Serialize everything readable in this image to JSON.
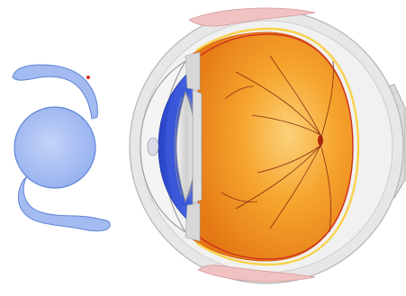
{
  "figure": {
    "text": [],
    "colors": {
      "background": "#ffffff",
      "iol_optic": "#a9c0f4",
      "iol_haptic": "#9bb4ee",
      "iol_outline": "#5e83d6",
      "marker": "#e0302a",
      "sclera": "#e4e4e4",
      "sclera_outline": "#b7b7b7",
      "iris": "#2f4fd6",
      "vitreous": "#f49a1e",
      "retina_line": "#f8d24a",
      "choroid": "#cf2f1f",
      "optic_nerve": "#d8d8d8",
      "vessels": "#8a2d12"
    },
    "parts": [
      {
        "name": "intraocular-lens",
        "icon": "iol-lens-icon"
      },
      {
        "name": "sclera",
        "icon": "eye-wall-icon"
      },
      {
        "name": "cornea",
        "icon": "cornea-icon"
      },
      {
        "name": "iris",
        "icon": "iris-icon"
      },
      {
        "name": "crystalline-lens",
        "icon": "lens-icon"
      },
      {
        "name": "vitreous-body",
        "icon": "vitreous-icon"
      },
      {
        "name": "retina",
        "icon": "retina-icon"
      },
      {
        "name": "optic-nerve",
        "icon": "optic-nerve-icon"
      }
    ]
  }
}
